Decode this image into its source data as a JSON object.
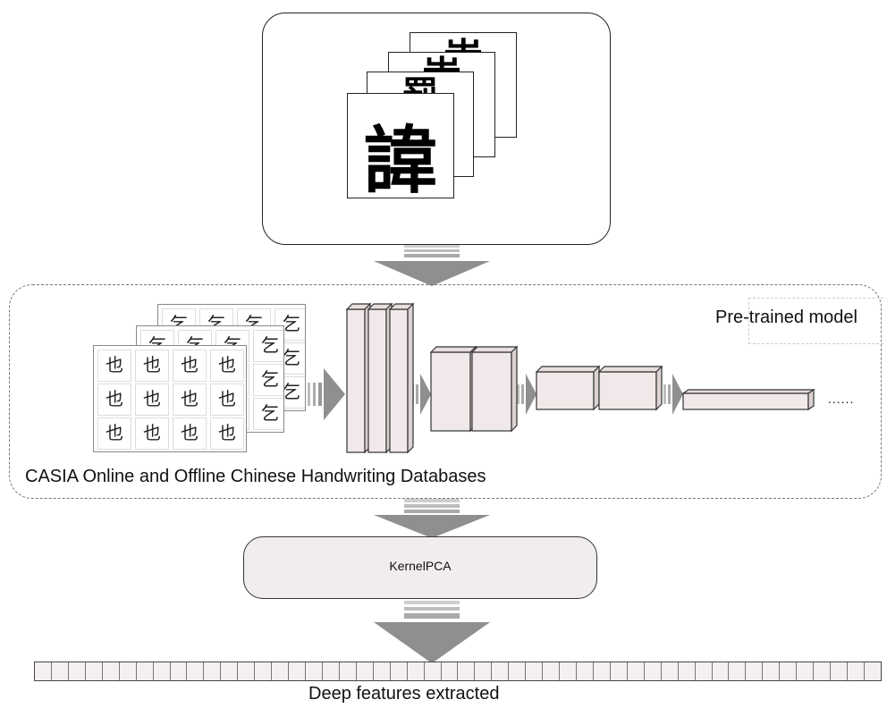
{
  "top_panel": {
    "characters": [
      "蚩",
      "蚩",
      "罰",
      "諱"
    ]
  },
  "model": {
    "label": "Pre-trained model",
    "ellipsis": "......"
  },
  "dataset": {
    "label": "CASIA Online and Offline Chinese Handwriting Databases",
    "front_sheet_chars": [
      "也",
      "也",
      "也",
      "也",
      "也",
      "也",
      "也",
      "也",
      "也",
      "也",
      "也",
      "也"
    ],
    "back_sheet_chars": [
      "乞",
      "乞",
      "乞",
      "乞",
      "乞",
      "乞",
      "乞",
      "乞",
      "乞",
      "乞",
      "乞",
      "乞"
    ]
  },
  "kernel_pca": {
    "label": "KernelPCA"
  },
  "output": {
    "label": "Deep features extracted",
    "cell_count": 50
  },
  "colors": {
    "layer_fill": "#f1e9e9",
    "layer_side": "#ddd2d2",
    "arrow": "#8f8f8f",
    "arrow_stripe": "#cfcfcf"
  }
}
